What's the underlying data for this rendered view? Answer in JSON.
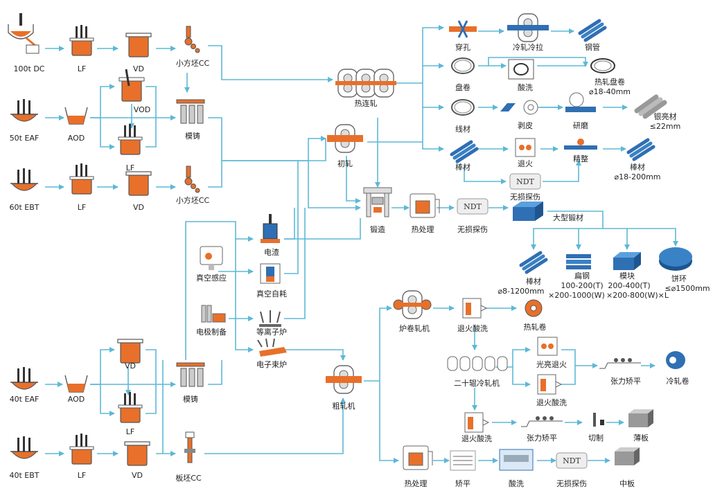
{
  "colors": {
    "flow": "#5db8d6",
    "accent": "#e8702a",
    "steel": "#2f6fb3",
    "gray": "#9a9a9a"
  },
  "nodes": {
    "dc100": "100t DC",
    "lf1": "LF",
    "vd1": "VD",
    "billet1": "小方坯CC",
    "eaf50": "50t EAF",
    "aod1": "AOD",
    "vod": "VOD",
    "lf2": "LF",
    "ingot1": "模铸",
    "ebt60": "60t EBT",
    "lf3": "LF",
    "vd2": "VD",
    "billet2": "小方坯CC",
    "hotrolling": "热连轧",
    "roughroll": "初轧",
    "forging": "锻造",
    "heattreat1": "热处理",
    "ndt1": "无损探伤",
    "ndt1_box": "NDT",
    "vacinduct": "真空感应",
    "esr": "电渣",
    "var": "真空自耗",
    "electrode": "电极制备",
    "plasma": "等离子炉",
    "ebeam": "电子束炉",
    "pierce": "穿孔",
    "coldroll": "冷轧冷拉",
    "steelpipe": "钢管",
    "coil": "盘卷",
    "pickling1": "酸洗",
    "hotcoil": "热轧盘卷",
    "hotcoil_size": "⌀18-40mm",
    "wire": "线材",
    "peel": "剥皮",
    "grind": "研磨",
    "bright": "银亮材",
    "bright_size": "≤22mm",
    "bar": "棒材",
    "anneal1": "退火",
    "finish": "精整",
    "bar2": "棒材",
    "bar2_size": "⌀18-200mm",
    "ndt2": "无损探伤",
    "ndt2_box": "NDT",
    "largeforging": "大型锻材",
    "lf_bar": "棒材",
    "lf_bar_size": "⌀8-1200mm",
    "lf_flat": "扁钢",
    "lf_flat_size1": "100-200(T)",
    "lf_flat_size2": "×200-1000(W)",
    "lf_block": "模块",
    "lf_block_size1": "200-400(T)",
    "lf_block_size2": "×200-800(W)×L",
    "lf_ring": "饼环",
    "lf_ring_size": "≤⌀1500mm",
    "steckel": "炉卷轧机",
    "annealpick1": "退火酸洗",
    "hotrollcoil": "热轧卷",
    "sendzimir": "二十辊冷轧机",
    "brightanneal": "光亮退火",
    "annealpick2": "退火酸洗",
    "tension1": "张力矫平",
    "coldcoil": "冷轧卷",
    "annealpick3": "退火酸洗",
    "tension2": "张力矫平",
    "cut": "切制",
    "sheet": "薄板",
    "eaf40": "40t EAF",
    "aod2": "AOD",
    "vd3": "VD",
    "lf4": "LF",
    "ingot2": "模铸",
    "ebt40": "40t EBT",
    "lf5": "LF",
    "vd4": "VD",
    "slab": "板坯CC",
    "roughing": "粗轧机",
    "heattreat2": "热处理",
    "level": "矫平",
    "pickling2": "酸洗",
    "ndt3": "无损探伤",
    "ndt3_box": "NDT",
    "plate": "中板"
  }
}
